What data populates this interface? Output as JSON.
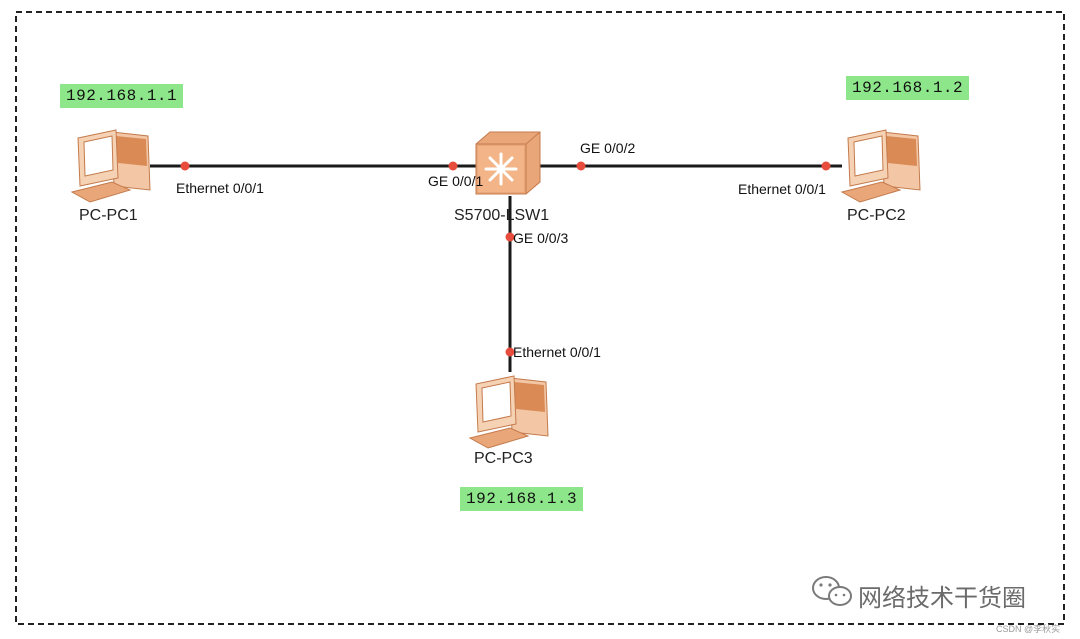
{
  "diagram": {
    "devices": [
      {
        "id": "pc1",
        "name": "PC-PC1",
        "ip": "192.168.1.1",
        "port": "Ethernet 0/0/1"
      },
      {
        "id": "pc2",
        "name": "PC-PC2",
        "ip": "192.168.1.2",
        "port": "Ethernet 0/0/1"
      },
      {
        "id": "pc3",
        "name": "PC-PC3",
        "ip": "192.168.1.3",
        "port": "Ethernet 0/0/1"
      },
      {
        "id": "sw1",
        "name": "S5700-LSW1"
      }
    ],
    "links": [
      {
        "from": "sw1",
        "from_port": "GE 0/0/1",
        "to": "pc1",
        "to_port": "Ethernet 0/0/1"
      },
      {
        "from": "sw1",
        "from_port": "GE 0/0/2",
        "to": "pc2",
        "to_port": "Ethernet 0/0/1"
      },
      {
        "from": "sw1",
        "from_port": "GE 0/0/3",
        "to": "pc3",
        "to_port": "Ethernet 0/0/1"
      }
    ]
  },
  "watermark": {
    "text": "网络技术干货圈",
    "small": "CSDN @李秋实"
  },
  "colors": {
    "ip_label_bg": "#8ee68a",
    "port_dot": "#e84c3d",
    "link": "#1a1a1a",
    "frame": "#222222"
  },
  "icons": [
    "pc-icon",
    "switch-icon",
    "wechat-icon"
  ]
}
